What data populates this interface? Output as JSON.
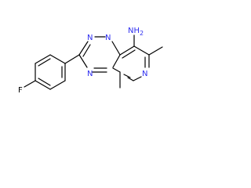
{
  "molecule": {
    "atoms": {
      "amine": "NH",
      "amine_sub": "2",
      "n1": "N",
      "n2": "N",
      "n4": "N",
      "n6": "N",
      "fluoro": "F"
    }
  }
}
